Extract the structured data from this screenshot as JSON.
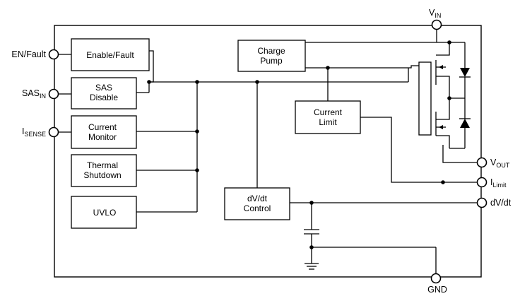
{
  "blocks": {
    "enable_fault": [
      "Enable/Fault"
    ],
    "sas_disable": [
      "SAS",
      "Disable"
    ],
    "current_monitor": [
      "Current",
      "Monitor"
    ],
    "thermal_shutdown": [
      "Thermal",
      "Shutdown"
    ],
    "uvlo": [
      "UVLO"
    ],
    "charge_pump": [
      "Charge",
      "Pump"
    ],
    "current_limit": [
      "Current",
      "Limit"
    ],
    "dvdt_control": [
      "dV/dt",
      "Control"
    ]
  },
  "pins": {
    "vin": {
      "main": "V",
      "sub": "IN"
    },
    "en_fault": {
      "main": "EN/Fault",
      "sub": ""
    },
    "sas_in": {
      "main": "SAS",
      "sub": "IN"
    },
    "i_sense": {
      "main": "I",
      "sub": "SENSE"
    },
    "v_out": {
      "main": "V",
      "sub": "OUT"
    },
    "i_limit": {
      "main": "I",
      "sub": "Limit"
    },
    "dvdt": {
      "main": "dV/dt",
      "sub": ""
    },
    "gnd": {
      "main": "GND",
      "sub": ""
    }
  }
}
